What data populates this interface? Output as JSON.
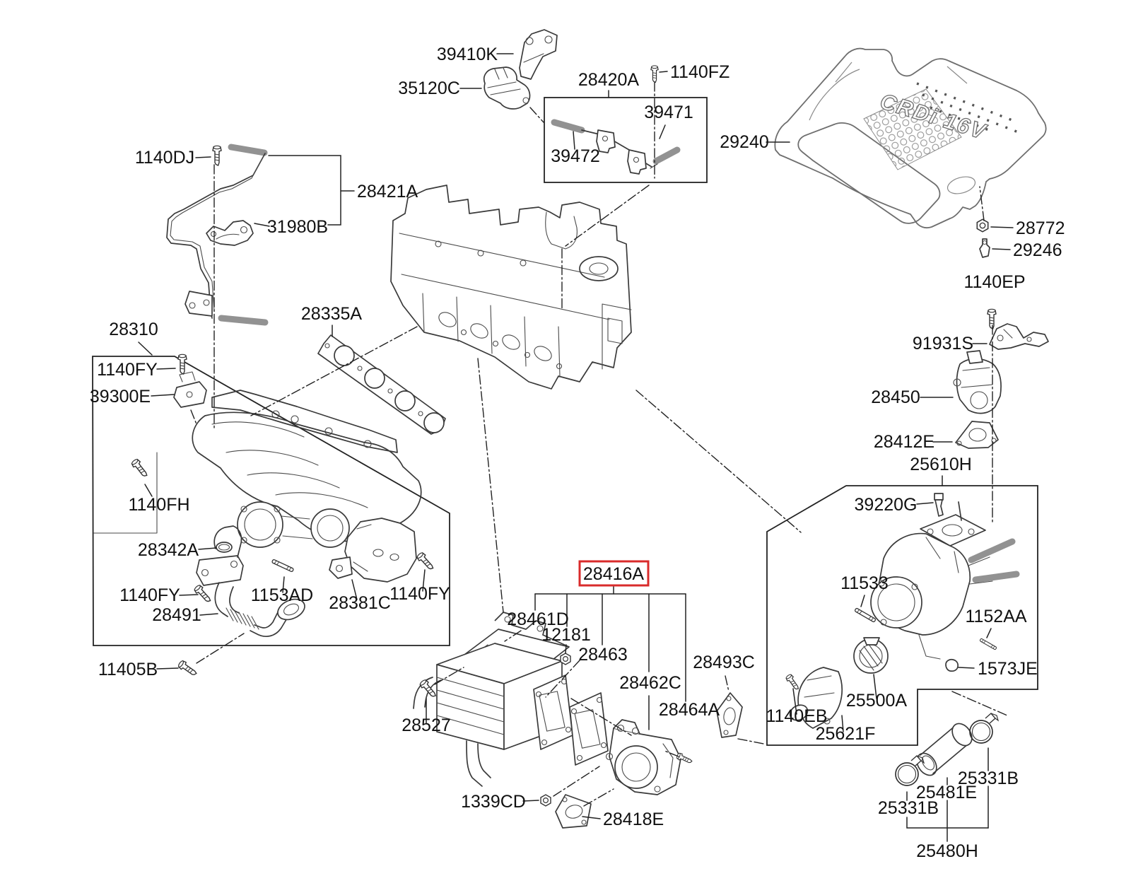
{
  "diagram": {
    "type": "parts-catalog-exploded-view",
    "highlighted_part": "28416A",
    "highlight_color": "#d92b2b",
    "line_color": "#3a3a3a",
    "background": "#ffffff"
  },
  "cover_badge": "CRDi 16V",
  "parts": {
    "p39410K": "39410K",
    "p35120C": "35120C",
    "p28420A": "28420A",
    "p1140FZ": "1140FZ",
    "p39471": "39471",
    "p39472": "39472",
    "p29240": "29240",
    "p28772": "28772",
    "p29246": "29246",
    "p1140EP": "1140EP",
    "p91931S": "91931S",
    "p28450": "28450",
    "p28412E": "28412E",
    "p25610H": "25610H",
    "p39220G": "39220G",
    "p11533": "11533",
    "p1152AA": "1152AA",
    "p1573JE": "1573JE",
    "p25500A": "25500A",
    "p1140EB": "1140EB",
    "p25621F": "25621F",
    "p25331B_1": "25331B",
    "p25481E": "25481E",
    "p25331B_2": "25331B",
    "p25480H": "25480H",
    "p1140DJ": "1140DJ",
    "p28421A": "28421A",
    "p31980B": "31980B",
    "p28310": "28310",
    "p1140FY_1": "1140FY",
    "p39300E": "39300E",
    "p28335A": "28335A",
    "p1140FH": "1140FH",
    "p28342A": "28342A",
    "p1140FY_2": "1140FY",
    "p28491": "28491",
    "p1153AD": "1153AD",
    "p28381C": "28381C",
    "p1140FY_3": "1140FY",
    "p11405B": "11405B",
    "p28527": "28527",
    "p28416A": "28416A",
    "p28461D": "28461D",
    "p12181": "12181",
    "p28463": "28463",
    "p28462C": "28462C",
    "p28464A": "28464A",
    "p28493C": "28493C",
    "p1339CD": "1339CD",
    "p28418E": "28418E"
  }
}
